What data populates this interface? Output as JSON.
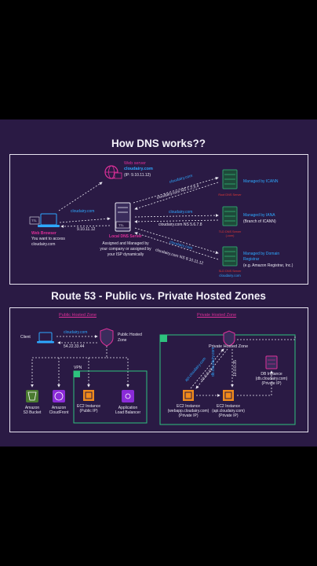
{
  "top_title": "How DNS works??",
  "bottom_title": "Route 53 - Public vs. Private Hosted Zones",
  "dns": {
    "web_server_title": "Web server",
    "web_server_domain": "cloudairy.com",
    "web_server_ip": "(IP: 9.10.11.12)",
    "web_browser_title": "Web Browser",
    "web_browser_desc": [
      "You want to access",
      "cloudairy.com"
    ],
    "laptop_ttl": "TTL",
    "ip_arrow_label": "9.10.11.12",
    "local_dns_title": "Local DNS Server",
    "local_dns_desc": [
      "Assigned and Managed by",
      "your company or assigned by",
      "your ISP dynamically"
    ],
    "local_ttl": "TTL",
    "query_label": "cloudairy.com",
    "root": {
      "title": "Managed by ICANN",
      "server": "Root DNS Server",
      "domain": "cloudairy.com",
      "ns": "cloudairy.com NS 1.2.3.4"
    },
    "tld": {
      "title": "Managed by IANA",
      "sub": "(Branch of ICANN)",
      "server": "TLD DNS Server",
      "server2": "(.com)",
      "domain": "cloudairy.com",
      "ns": "cloudairy.com NS 5.6.7.8"
    },
    "sld": {
      "title": [
        "Managed by Domain",
        "Registrar"
      ],
      "sub": "(e.g. Amazon Registrar, Inc.)",
      "server": "SLD DNS Server",
      "server2": "cloudairy.com",
      "domain": "cloudairy.com",
      "ns": "cloudairy.com NS 9.10.11.12"
    }
  },
  "route53": {
    "public_zone_title": "Public Hosted Zone",
    "private_zone_title": "Private Hosted Zone",
    "client": "Client",
    "client_query": "cloudairy.com",
    "client_ip": "54.22.33.44",
    "public_hosted_zone": [
      "Public Hosted",
      "Zone"
    ],
    "vpn": "VPN",
    "s3": [
      "Amazon",
      "S3 Bucket"
    ],
    "cloudfront": [
      "Amazon",
      "CloudFront"
    ],
    "ec2_public": [
      "EC2 Instance",
      "(Public IP)"
    ],
    "alb": [
      "Application",
      "Load Balancer"
    ],
    "private_hosted_zone": "Private Hosted Zone",
    "q1": "api.cloudairy.com",
    "ip1": "10.0.0.10",
    "q2": "db.cloudairy.com",
    "ip2": "10.0.0.35",
    "ec2_webapp": [
      "EC2 Instance",
      "(webapp.cloudairy.com)",
      "(Private IP)"
    ],
    "ec2_api": [
      "EC2 Instance",
      "(api.cloudairy.com)",
      "(Private IP)"
    ],
    "db": [
      "DB Instance",
      "(db.cloudairy.com)",
      "(Private IP)"
    ]
  },
  "colors": {
    "background": "#2a1a44",
    "accent_blue": "#2da8ff",
    "accent_pink": "#e0309a",
    "server_green": "#2e9e6b",
    "vpc_green": "#2ec27e",
    "ec2_orange": "#f08a1c"
  }
}
